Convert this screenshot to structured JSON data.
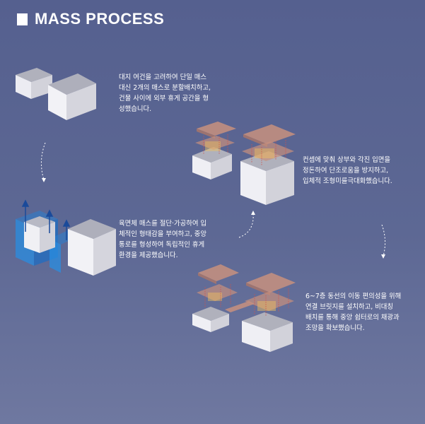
{
  "header": {
    "title": "MASS PROCESS"
  },
  "steps": [
    {
      "text": "대지 여건을 고려하여 단일 매스\n대신 2개의 매스로 분할배치하고,\n건물 사이에 외부 휴게 공간을 형\n성했습니다."
    },
    {
      "text": "컨셉에 맞춰 상부와 각진 입면을\n정돈하여  단조로움을 방지하고,\n입체적 조형미를극대화했습니다."
    },
    {
      "text": "육면체 매스를 절단·가공하여 입\n체적인 형태감을 부여하고, 중앙\n통로를 형성하여  독립적인 휴게\n환경을 제공했습니다."
    },
    {
      "text": "6~7층 동선의 이동 편의성을 위해\n연결 브릿지를 설치하고, 비대칭\n배치를 통해 중앙 쉼터로의 채광과\n조망을 확보했습니다."
    }
  ],
  "colors": {
    "background": "#5a6592",
    "box_top": "#aeafbb",
    "box_side": "#d7d7df",
    "box_front": "#f0f0f4",
    "floor_plate": "#c8907e",
    "blue_cut": "#2a7fd0"
  }
}
